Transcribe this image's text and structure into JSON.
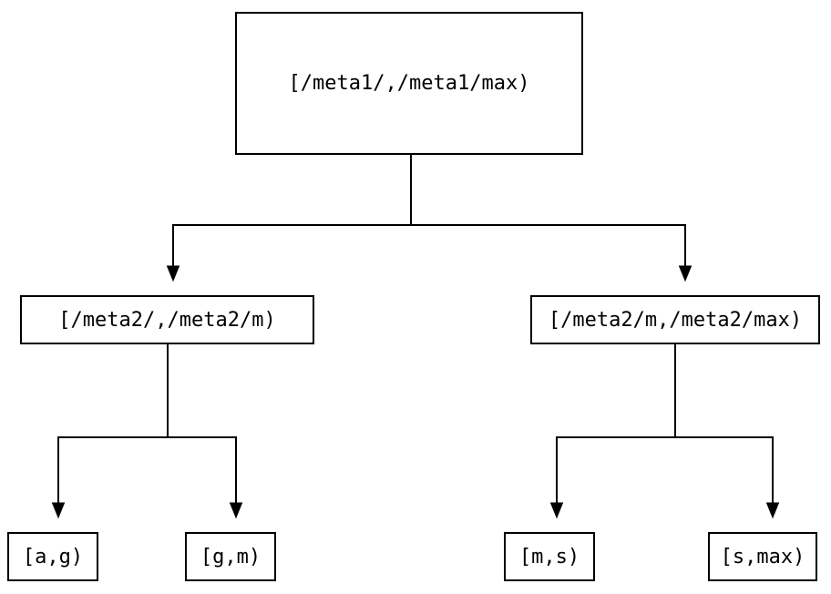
{
  "diagram": {
    "type": "tree",
    "nodes": {
      "root": {
        "id": "root",
        "label": "[/meta1/,/meta1/max)"
      },
      "left": {
        "id": "left",
        "label": "[/meta2/,/meta2/m)"
      },
      "right": {
        "id": "right",
        "label": "[/meta2/m,/meta2/max)"
      },
      "leaf_ag": {
        "id": "leaf_ag",
        "label": "[a,g)"
      },
      "leaf_gm": {
        "id": "leaf_gm",
        "label": "[g,m)"
      },
      "leaf_ms": {
        "id": "leaf_ms",
        "label": "[m,s)"
      },
      "leaf_smax": {
        "id": "leaf_smax",
        "label": "[s,max)"
      }
    },
    "edges": [
      {
        "from": "root",
        "to": "left"
      },
      {
        "from": "root",
        "to": "right"
      },
      {
        "from": "left",
        "to": "leaf_ag"
      },
      {
        "from": "left",
        "to": "leaf_gm"
      },
      {
        "from": "right",
        "to": "leaf_ms"
      },
      {
        "from": "right",
        "to": "leaf_smax"
      }
    ],
    "colors": {
      "stroke": "#000000",
      "text": "#000000",
      "background": "#ffffff"
    }
  }
}
